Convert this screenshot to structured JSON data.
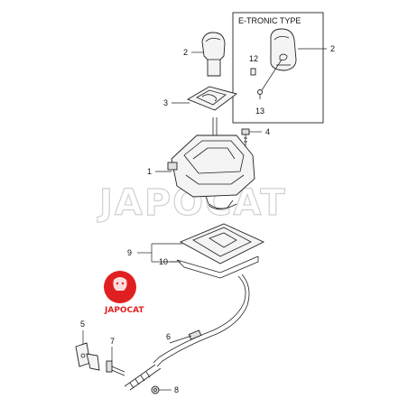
{
  "inset": {
    "title": "E-TRONIC TYPE"
  },
  "callouts": {
    "c1": "1",
    "c2": "2",
    "c2b": "2",
    "c3": "3",
    "c4": "4",
    "c5": "5",
    "c6": "6",
    "c7": "7",
    "c8": "8",
    "c9": "9",
    "c10": "10",
    "c12": "12",
    "c13": "13"
  },
  "watermark": {
    "text": "JAPOCAT"
  },
  "logo": {
    "text": "JAPOCAT"
  },
  "colors": {
    "logo_red": "#e02020",
    "line": "#222222",
    "watermark": "#d0d0d0"
  }
}
